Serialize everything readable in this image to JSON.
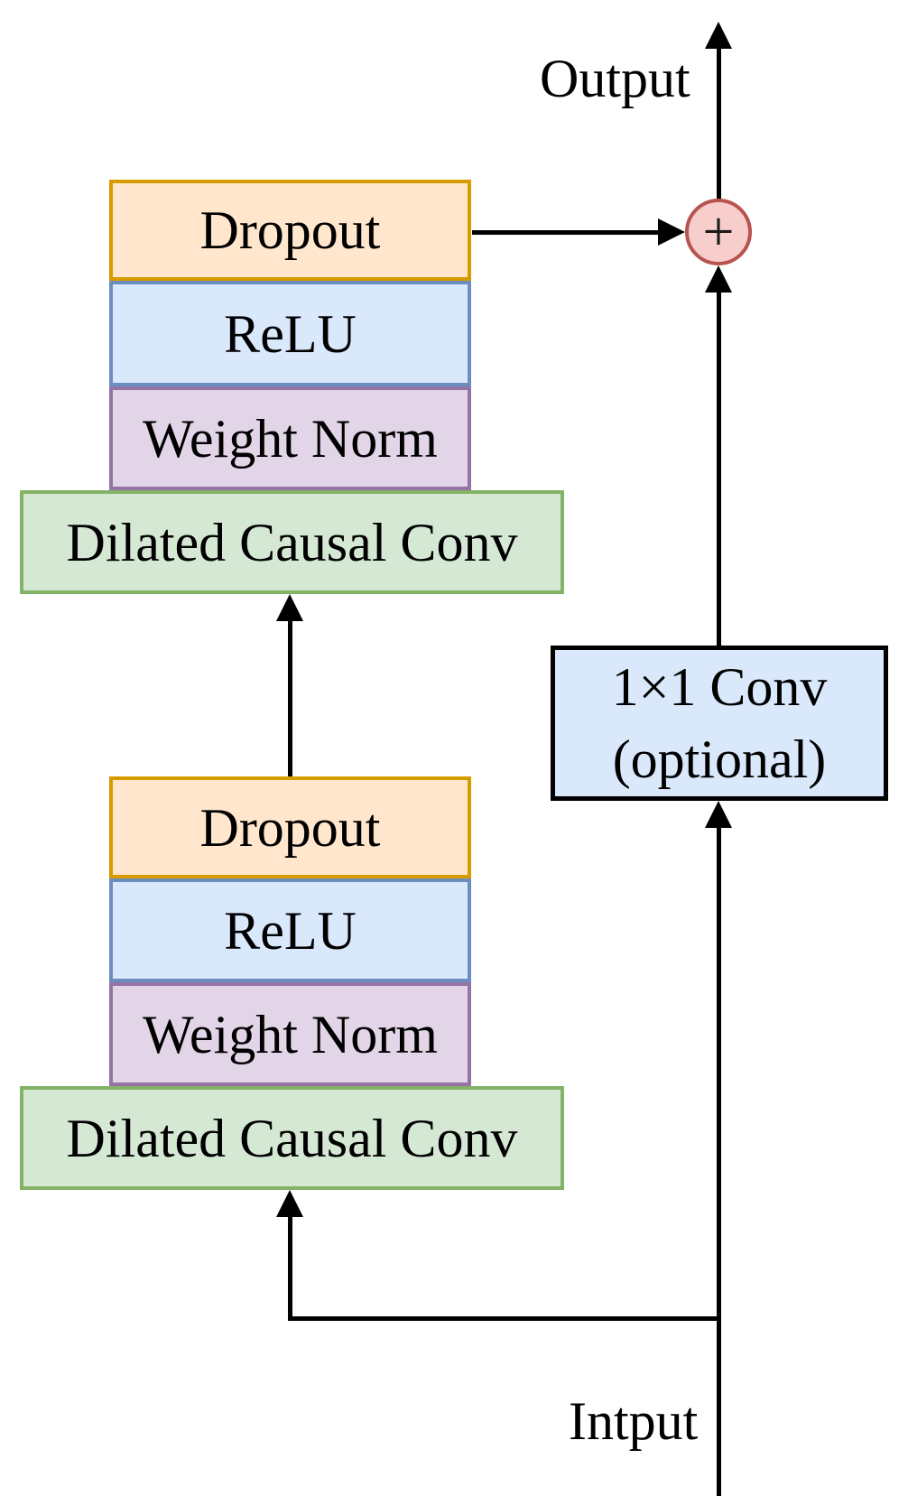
{
  "labels": {
    "output": "Output",
    "input": "Intput"
  },
  "sum_node": {
    "symbol": "+"
  },
  "conv1x1": {
    "line1": "1×1 Conv",
    "line2": "(optional)"
  },
  "stacks": {
    "top": {
      "blocks": [
        {
          "name": "dropout",
          "label": "Dropout"
        },
        {
          "name": "relu",
          "label": "ReLU"
        },
        {
          "name": "weight-norm",
          "label": "Weight Norm"
        },
        {
          "name": "dilated-causal-conv",
          "label": "Dilated Causal Conv"
        }
      ]
    },
    "bottom": {
      "blocks": [
        {
          "name": "dropout",
          "label": "Dropout"
        },
        {
          "name": "relu",
          "label": "ReLU"
        },
        {
          "name": "weight-norm",
          "label": "Weight Norm"
        },
        {
          "name": "dilated-causal-conv",
          "label": "Dilated Causal Conv"
        }
      ]
    }
  },
  "colors": {
    "dropout_fill": "#FFE6CC",
    "dropout_stroke": "#D79B00",
    "relu_fill": "#DAE8FC",
    "relu_stroke": "#6C8EBF",
    "weight_norm_fill": "#E1D5E7",
    "weight_norm_stroke": "#9673A6",
    "dilated_conv_fill": "#D5E8D4",
    "dilated_conv_stroke": "#82B366",
    "sum_fill": "#F8CECC",
    "sum_stroke": "#B85450",
    "conv1x1_fill": "#DAE8FC",
    "conv1x1_stroke": "#000000",
    "line": "#000000",
    "text": "#000000",
    "background": "#FFFFFF"
  }
}
